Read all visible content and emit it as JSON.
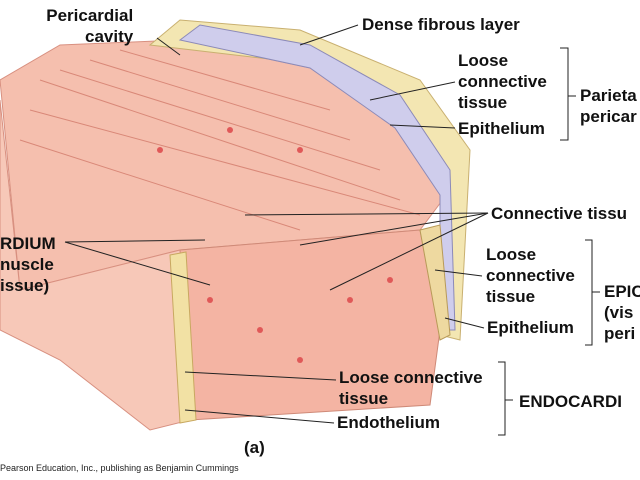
{
  "labels": {
    "pericardial_cavity": [
      "Pericardial",
      "cavity"
    ],
    "dense_fibrous_layer": "Dense fibrous layer",
    "parietal_loose_ct": [
      "Loose",
      "connective",
      "tissue"
    ],
    "parietal_epithelium": "Epithelium",
    "parietal_pericardium": [
      "Parieta",
      "pericar"
    ],
    "connective_tissue": "Connective tissu",
    "myocardium": [
      "RDIUM",
      "nuscle",
      "issue)"
    ],
    "epi_loose_ct": [
      "Loose",
      "connective",
      "tissue"
    ],
    "epi_epithelium": "Epithelium",
    "epicardium": [
      "EPIC",
      "(vis",
      "peri"
    ],
    "endo_loose_ct": [
      "Loose connective",
      "tissue"
    ],
    "endothelium": "Endothelium",
    "endocardium": "ENDOCARDI",
    "panel": "(a)"
  },
  "copyright": "Pearson Education, Inc., publishing as Benjamin Cummings",
  "colors": {
    "muscle": "#f2b3a0",
    "fibrous": "#f1e3a8",
    "epithelium": "#c9c8e6",
    "line": "#222222"
  }
}
